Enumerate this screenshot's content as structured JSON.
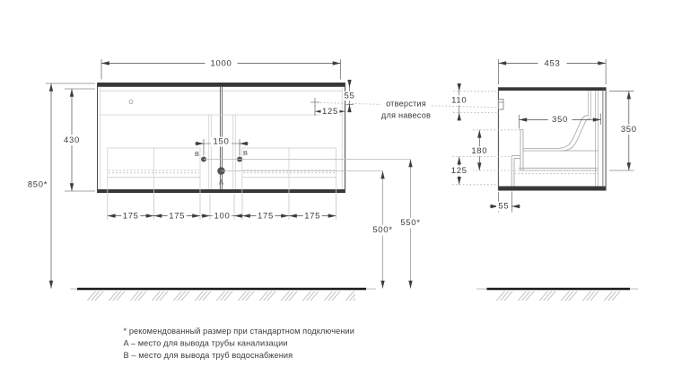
{
  "front_view": {
    "width": "1000",
    "height": "430",
    "mounting_height": "850*",
    "hole_top_offset": "55",
    "hole_side_offset": "125",
    "water_outlet_spacing": "150",
    "bottom_spacings": [
      "175",
      "175",
      "100",
      "175",
      "175"
    ],
    "drain_outlet_height": "500*",
    "water_outlet_height": "550*",
    "point_a": "A",
    "point_b_left": "B",
    "point_b_right": "B"
  },
  "side_view": {
    "depth": "453",
    "hanger_offset": "110",
    "drawer_cutout_depth": "350",
    "inner_height": "350",
    "drawer_back_height": "180",
    "bottom_offset": "125",
    "back_clearance": "55"
  },
  "callout": {
    "line1": "отверстия",
    "line2": "для навесов"
  },
  "notes": {
    "line1": "* рекомендованный размер при стандартном подключении",
    "line2": "A – место для вывода трубы канализации",
    "line3": "B – место для вывода труб водоснабжения"
  },
  "colors": {
    "line_dark": "#3d3d3d",
    "line_light": "#c8c8c8",
    "text": "#3a3a3a",
    "floor": "#1c1c1c",
    "hatch": "#c4c4c4",
    "background": "#ffffff"
  }
}
